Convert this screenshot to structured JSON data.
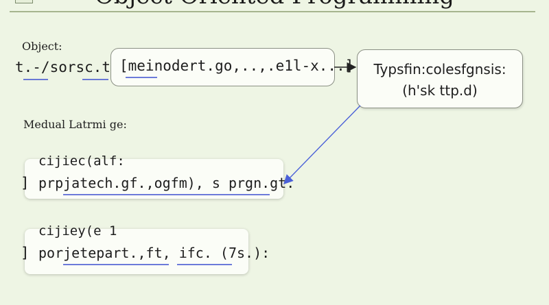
{
  "diagram": {
    "title": "Object Oriented Programming",
    "object_label": "Object:",
    "object_code": "t.-/sorsc.t.",
    "methods_text": "[meinodert.go,..,.e1l-x...]",
    "result_line1": "Typsfin:colesfgnsis:",
    "result_line2": "(h'sk ttp.d)",
    "section_label": "Medual Latrmi ge:",
    "call1_def": "cijiec(alf:",
    "call1_bracket": "]",
    "call1_body": "prpjatech.gf.,ogfm),  s prgn.gt.",
    "call2_def": "cijiey(e 1",
    "call2_bracket": "]",
    "call2_body": "porjetepart.,ft, ifc. (7s.):",
    "colors": {
      "underline": "#3d4fd0",
      "connector": "#4a60d8",
      "arrow": "#222222",
      "background": "#eef5e4"
    }
  }
}
